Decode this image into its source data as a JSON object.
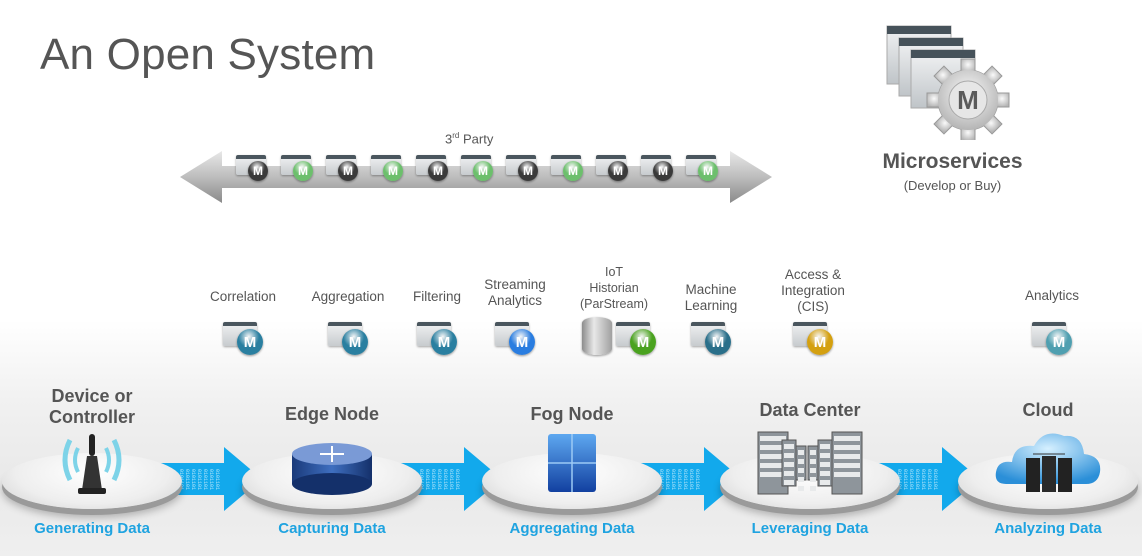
{
  "title": "An Open System",
  "third_party": {
    "label_base": "3",
    "label_sup": "rd",
    "label_rest": " Party",
    "icons": [
      {
        "name": "microservice",
        "color": "dark"
      },
      {
        "name": "microservice",
        "color": "green"
      },
      {
        "name": "microservice",
        "color": "dark"
      },
      {
        "name": "microservice",
        "color": "green"
      },
      {
        "name": "microservice",
        "color": "dark"
      },
      {
        "name": "microservice",
        "color": "green"
      },
      {
        "name": "microservice",
        "color": "dark"
      },
      {
        "name": "microservice",
        "color": "green"
      },
      {
        "name": "microservice",
        "color": "dark"
      },
      {
        "name": "microservice",
        "color": "dark"
      },
      {
        "name": "microservice",
        "color": "green"
      }
    ]
  },
  "microservices": {
    "title": "Microservices",
    "subtitle": "(Develop or Buy)",
    "icon_letter": "M"
  },
  "icon_letter": "M",
  "services": [
    {
      "label": "Correlation",
      "color": "#2a7fa0"
    },
    {
      "label": "Aggregation",
      "color": "#2a7fa0"
    },
    {
      "label": "Filtering",
      "color": "#2a7fa0"
    },
    {
      "label": "Streaming Analytics",
      "color": "#2a7de0"
    },
    {
      "label": "IoT Historian (ParStream)",
      "color": "#4aa21f"
    },
    {
      "label": "Machine Learning",
      "color": "#2a6f8a"
    },
    {
      "label": "Access & Integration (CIS)",
      "color": "#d4a010"
    },
    {
      "label": "Analytics",
      "color": "#4f9fb0"
    }
  ],
  "stages": [
    {
      "title": "Device or Controller",
      "subtitle": "Generating Data",
      "icon": "antenna-icon"
    },
    {
      "title": "Edge Node",
      "subtitle": "Capturing Data",
      "icon": "router-icon"
    },
    {
      "title": "Fog Node",
      "subtitle": "Aggregating Data",
      "icon": "cube-icon"
    },
    {
      "title": "Data Center",
      "subtitle": "Leveraging Data",
      "icon": "server-rack-icon"
    },
    {
      "title": "Cloud",
      "subtitle": "Analyzing Data",
      "icon": "cloud-server-icon"
    }
  ],
  "colors": {
    "accent": "#1fa3e0",
    "text": "#555555",
    "dark_ball": "#3a3a3a",
    "green_ball": "#6cbf6c"
  }
}
